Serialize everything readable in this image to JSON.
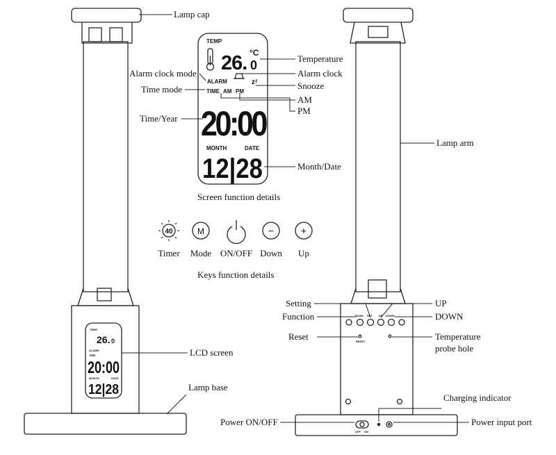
{
  "lcd": {
    "temp_label": "TEMP",
    "temp_value": "26.",
    "temp_decimal": "0",
    "temp_unit": "°C",
    "alarm_text": "ALARM",
    "time_text": "TIME",
    "am_text": "AM",
    "pm_text": "PM",
    "time_value": "20:00",
    "month_label": "MONTH",
    "date_label": "DATE",
    "month_date_value": "12|28",
    "snooze_symbol": "zᶻ"
  },
  "callouts": {
    "lamp_cap": "Lamp cap",
    "temperature": "Temperature",
    "alarm_clock_mode": "Alarm clock mode",
    "alarm_clock": "Alarm clock",
    "time_mode": "Time mode",
    "snooze": "Snooze",
    "am": "AM",
    "pm": "PM",
    "time_year": "Time/Year",
    "month_date": "Month/Date",
    "lamp_arm": "Lamp arm",
    "lcd_screen": "LCD screen",
    "lamp_base": "Lamp base",
    "setting": "Setting",
    "function": "Function",
    "up": "UP",
    "down": "DOWN",
    "reset": "Reset",
    "temp_probe_1": "Temperature",
    "temp_probe_2": "probe hole",
    "charging_indicator": "Charging indicator",
    "power_on_off": "Power ON/OFF",
    "power_input_port": "Power input port"
  },
  "captions": {
    "screen_details": "Screen function details",
    "keys_details": "Keys function details"
  },
  "keys": [
    {
      "label": "Timer",
      "glyph": "40"
    },
    {
      "label": "Mode",
      "glyph": "M"
    },
    {
      "label": "ON/OFF",
      "glyph": ""
    },
    {
      "label": "Down",
      "glyph": "−"
    },
    {
      "label": "Up",
      "glyph": "+"
    }
  ],
  "back_panel": {
    "button_labels": [
      "MODE",
      "SET",
      "UP",
      "DOWN"
    ],
    "reset_text": "RESET",
    "switch_off": "OFF",
    "switch_on": "ON"
  }
}
